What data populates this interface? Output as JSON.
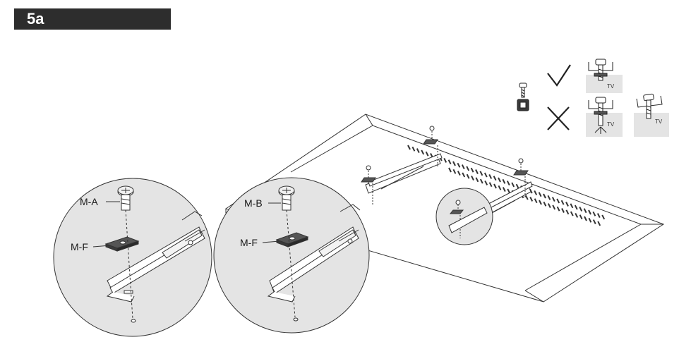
{
  "header": {
    "step_label": "5a"
  },
  "callouts": {
    "left_screw": "M-A",
    "left_plate": "M-F",
    "right_screw": "M-B",
    "right_plate": "M-F"
  },
  "legend": {
    "tv_tag": "TV",
    "correct_icon": "check-mark",
    "incorrect_icon": "cross-mark"
  },
  "colors": {
    "header_bg": "#2d2d2d",
    "line": "#333333",
    "panel_fill": "#e4e4e4",
    "dark_part": "#3a3a3a"
  }
}
